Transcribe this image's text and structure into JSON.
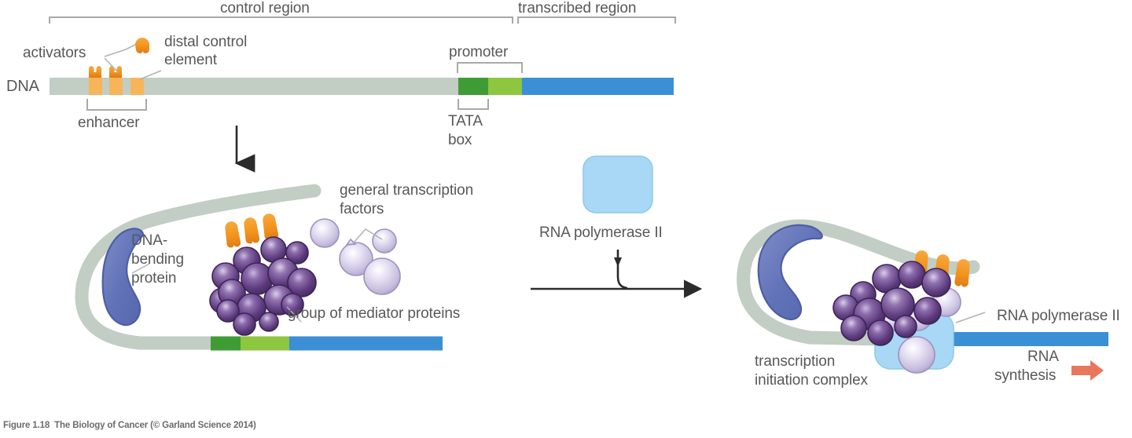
{
  "figure": {
    "caption": "Figure 1.18  The Biology of Cancer (© Garland Science 2014)",
    "colors": {
      "dna_backbone": "#c2cdc4",
      "dna_backbone_light": "#ccd6ce",
      "promoter_tata": "#3f9c35",
      "promoter_downstream": "#8dc63f",
      "transcribed": "#3b8fd4",
      "activator_orange": "#f7941e",
      "activator_orange_dark": "#e07b18",
      "mediator_purple": "#5d3a7e",
      "mediator_purple_light": "#7d5aa0",
      "gtf_lavender": "#cdc6e4",
      "bending_protein_blue": "#6273b8",
      "polymerase_lightblue": "#a8d8f5",
      "rna_arrow_red": "#e8775f",
      "label_gray": "#58585a",
      "bracket_gray": "#a9a9a9"
    }
  },
  "top_diagram": {
    "bracket_labels": [
      {
        "id": "control-region",
        "text": "control region"
      },
      {
        "id": "transcribed-region",
        "text": "transcribed region"
      }
    ],
    "labels": [
      {
        "id": "dna",
        "text": "DNA"
      },
      {
        "id": "activators",
        "text": "activators"
      },
      {
        "id": "distal-control-element-line1",
        "text": "distal control"
      },
      {
        "id": "distal-control-element-line2",
        "text": "element"
      },
      {
        "id": "enhancer",
        "text": "enhancer"
      },
      {
        "id": "promoter",
        "text": "promoter"
      },
      {
        "id": "tata-box-line1",
        "text": "TATA"
      },
      {
        "id": "tata-box-line2",
        "text": "box"
      }
    ]
  },
  "left_panel": {
    "labels": [
      {
        "id": "dna-bending-protein-line1",
        "text": "DNA-"
      },
      {
        "id": "dna-bending-protein-line2",
        "text": "bending"
      },
      {
        "id": "dna-bending-protein-line3",
        "text": "protein"
      },
      {
        "id": "general-transcription-factors-line1",
        "text": "general transcription"
      },
      {
        "id": "general-transcription-factors-line2",
        "text": "factors"
      },
      {
        "id": "group-of-mediator-proteins",
        "text": "group of mediator proteins"
      }
    ]
  },
  "middle_panel": {
    "labels": [
      {
        "id": "rna-polymerase-ii",
        "text": "RNA polymerase II"
      }
    ]
  },
  "right_panel": {
    "labels": [
      {
        "id": "rna-polymerase-ii-right",
        "text": "RNA polymerase II"
      },
      {
        "id": "transcription-initiation-complex-line1",
        "text": "transcription"
      },
      {
        "id": "transcription-initiation-complex-line2",
        "text": "initiation complex"
      },
      {
        "id": "rna-synthesis-line1",
        "text": "RNA"
      },
      {
        "id": "rna-synthesis-line2",
        "text": "synthesis"
      }
    ]
  }
}
